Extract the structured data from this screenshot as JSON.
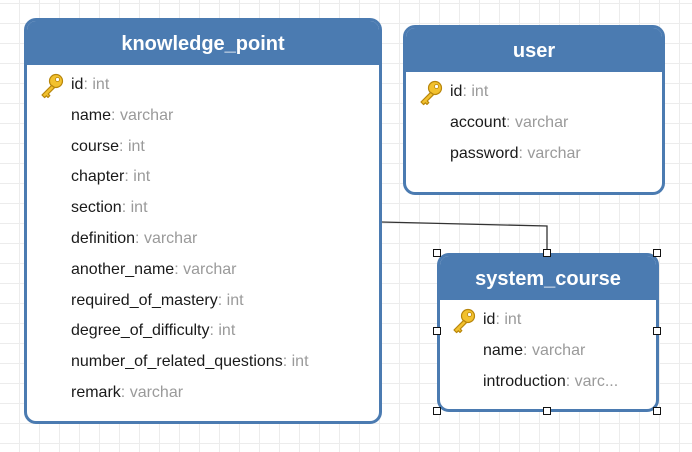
{
  "entities": {
    "knowledge_point": {
      "title": "knowledge_point",
      "fields": [
        {
          "name": "id",
          "type": "int",
          "key": true
        },
        {
          "name": "name",
          "type": "varchar"
        },
        {
          "name": "course",
          "type": "int"
        },
        {
          "name": "chapter",
          "type": "int"
        },
        {
          "name": "section",
          "type": "int"
        },
        {
          "name": "definition",
          "type": "varchar"
        },
        {
          "name": "another_name",
          "type": "varchar"
        },
        {
          "name": "required_of_mastery",
          "type": "int"
        },
        {
          "name": "degree_of_difficulty",
          "type": "int"
        },
        {
          "name": "number_of_related_questions",
          "type": "int"
        },
        {
          "name": "remark",
          "type": "varchar"
        }
      ]
    },
    "user": {
      "title": "user",
      "fields": [
        {
          "name": "id",
          "type": "int",
          "key": true
        },
        {
          "name": "account",
          "type": "varchar"
        },
        {
          "name": "password",
          "type": "varchar"
        }
      ]
    },
    "system_course": {
      "title": "system_course",
      "fields": [
        {
          "name": "id",
          "type": "int",
          "key": true
        },
        {
          "name": "name",
          "type": "varchar"
        },
        {
          "name": "introduction",
          "type": "varc..."
        }
      ]
    }
  },
  "field_separator": ":",
  "colors": {
    "header": "#4b7bb1",
    "field_name": "#1a1a1a",
    "field_type": "#9a9a9a",
    "connector": "#333333"
  },
  "icons": {
    "primary_key": "key-icon"
  }
}
